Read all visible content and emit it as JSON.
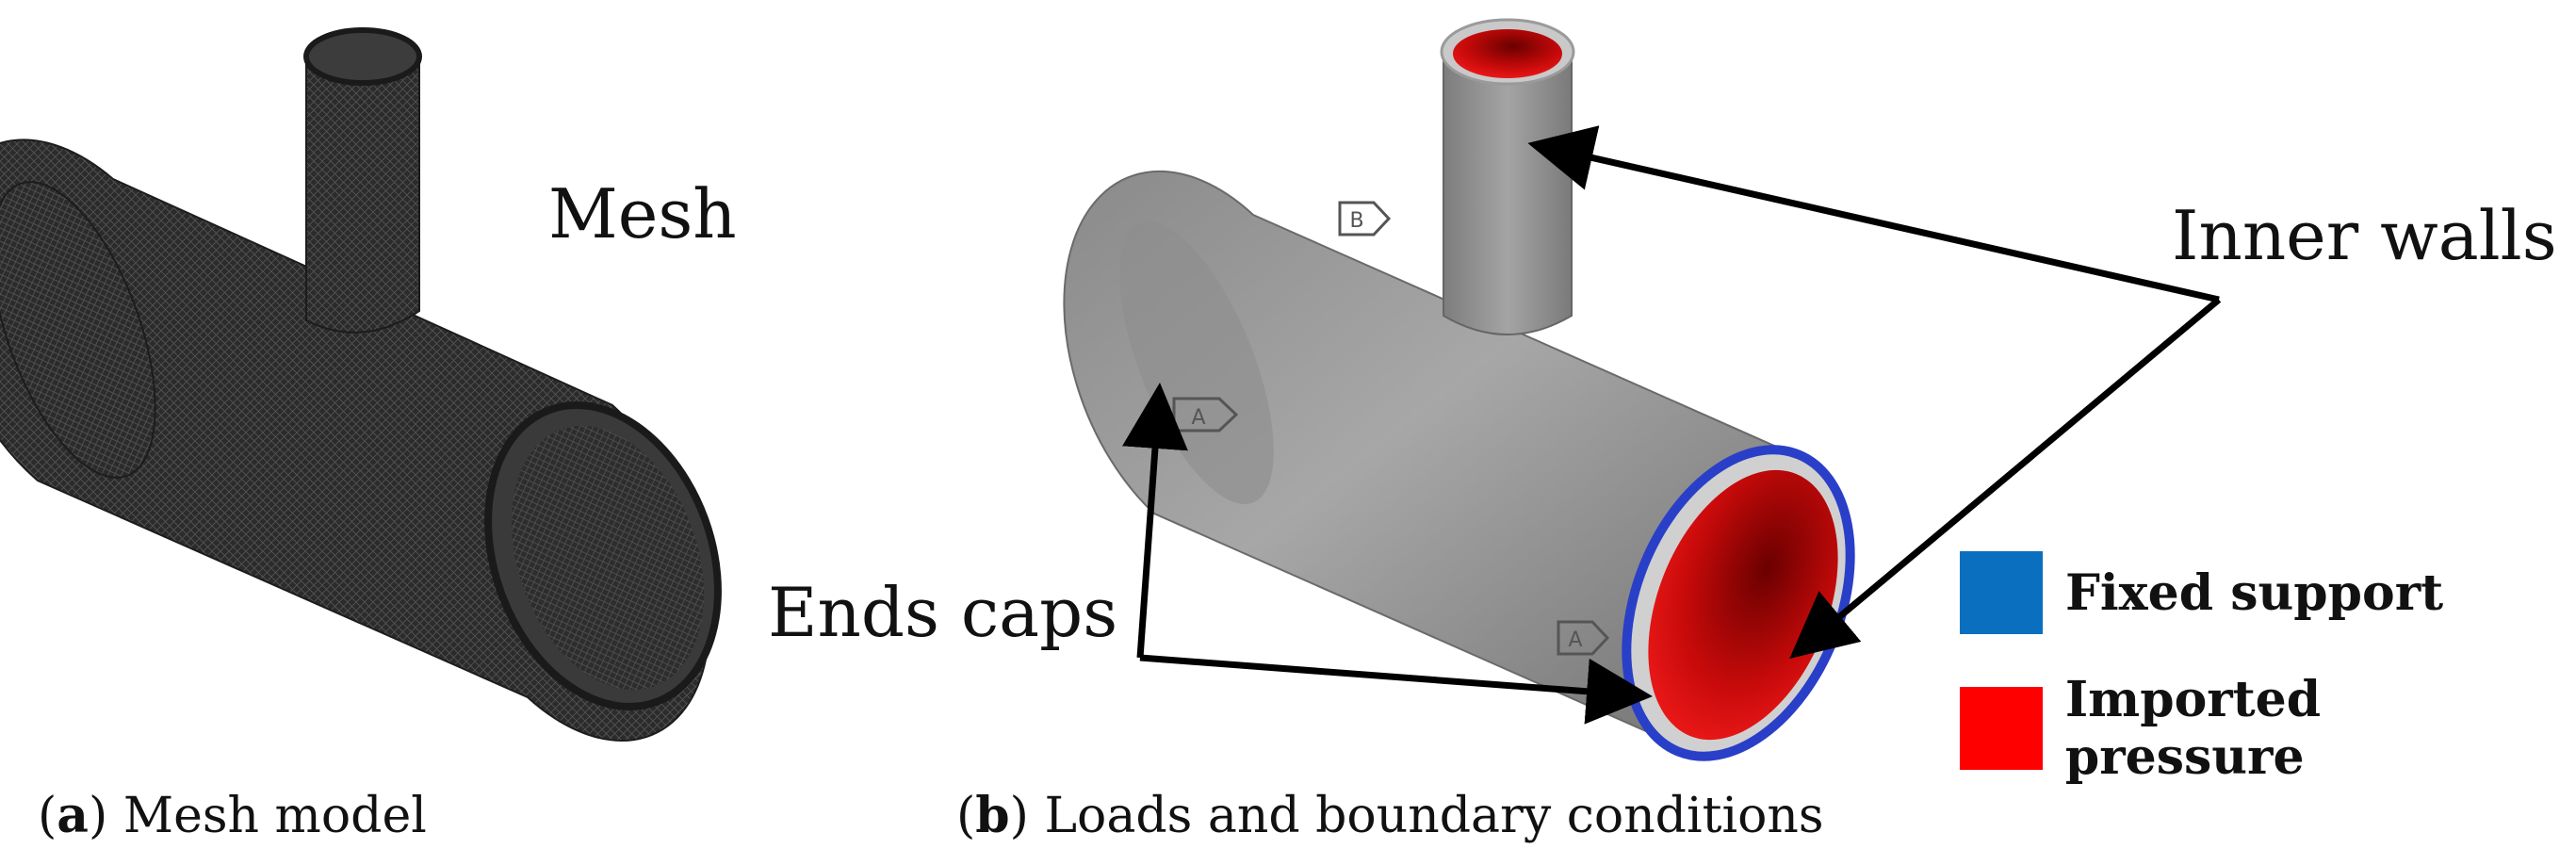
{
  "panel_a": {
    "callout": "Mesh",
    "caption_letter": "a",
    "caption_text": "Mesh model"
  },
  "panel_b": {
    "callout_top": "Inner walls",
    "callout_left": "Ends caps",
    "caption_letter": "b",
    "caption_text": "Loads and boundary conditions",
    "tag_a": "A",
    "tag_b": "B"
  },
  "legend": [
    {
      "label": "Fixed support",
      "color": "#0a6fbf"
    },
    {
      "label": "Imported pressure",
      "color": "#ff0000"
    }
  ],
  "colors": {
    "mesh": "#2a2a2a",
    "body": "#9a9a9a",
    "pressure": "#e51010",
    "fixed_edge": "#2a3fc8"
  }
}
